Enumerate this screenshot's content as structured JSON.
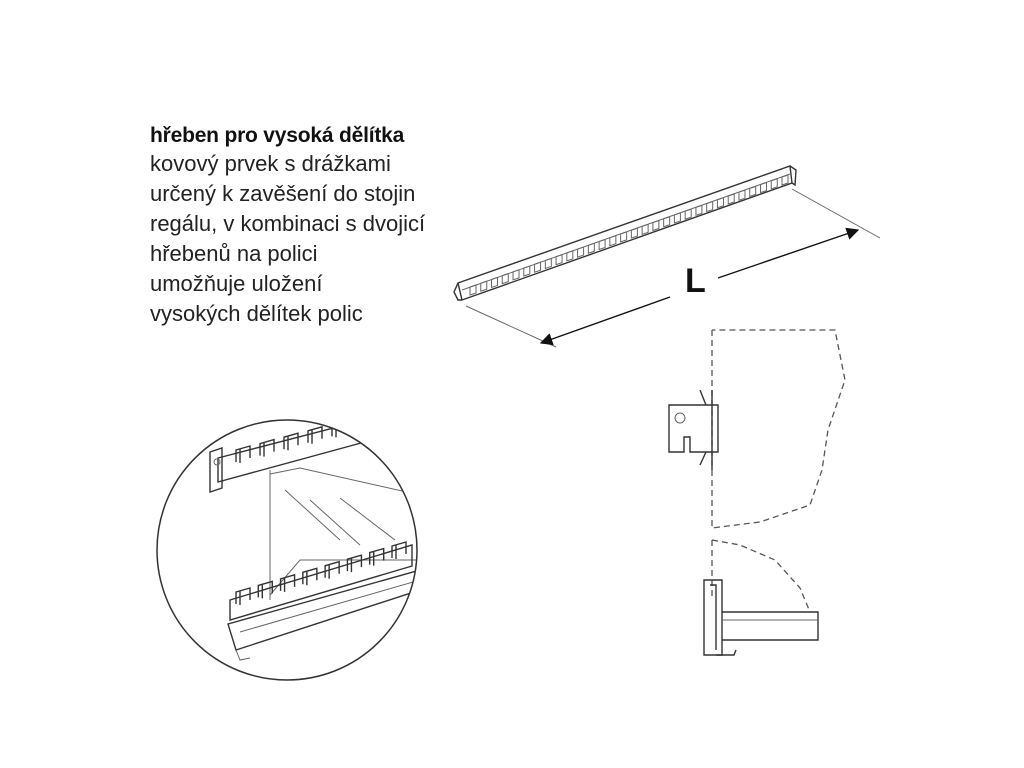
{
  "description": {
    "title": "hřeben pro vysoká dělítka",
    "lines": [
      "kovový prvek s drážkami",
      "určený k zavěšení do stojin",
      "regálu, v kombinaci s dvojicí",
      "hřebenů na polici",
      "umožňuje uložení",
      "vysokých dělítek polic"
    ]
  },
  "dimension": {
    "label": "L"
  }
}
